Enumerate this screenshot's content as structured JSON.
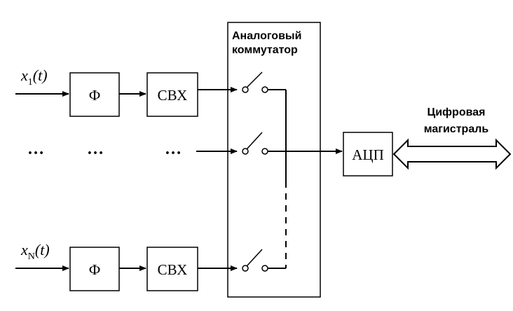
{
  "blocks": {
    "filter_label": "Ф",
    "sample_hold_label": "СВХ",
    "adc_label": "АЦП"
  },
  "commutator": {
    "title_line1": "Аналоговый",
    "title_line2": "коммутатор"
  },
  "bus": {
    "line1": "Цифровая",
    "line2": "магистраль"
  },
  "inputs": {
    "first": {
      "var": "x",
      "sub": "1",
      "arg": "(t)"
    },
    "last": {
      "var": "x",
      "sub": "N",
      "arg": "(t)"
    }
  },
  "ellipsis": "…"
}
